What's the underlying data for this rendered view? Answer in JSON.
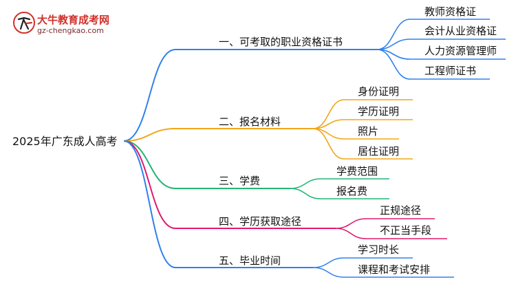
{
  "logo": {
    "title": "大牛教育成考网",
    "url": "gz-chengkao.com",
    "mark_text": "大牛"
  },
  "mindmap": {
    "root": "2025年广东成人高考",
    "branches": [
      {
        "label": "一、可考取的职业资格证书",
        "color": "#2f80ed",
        "children": [
          "教师资格证",
          "会计从业资格证",
          "人力资源管理师",
          "工程师证书"
        ]
      },
      {
        "label": "二、报名材料",
        "color": "#f2a516",
        "children": [
          "身份证明",
          "学历证明",
          "照片",
          "居住证明"
        ]
      },
      {
        "label": "三、学费",
        "color": "#21b573",
        "children": [
          "学费范围",
          "报名费"
        ]
      },
      {
        "label": "四、学历获取途径",
        "color": "#e0186c",
        "children": [
          "正规途径",
          "不正当手段"
        ]
      },
      {
        "label": "五、毕业时间",
        "color": "#2f80ed",
        "children": [
          "学习时长",
          "课程和考试安排"
        ]
      }
    ]
  }
}
